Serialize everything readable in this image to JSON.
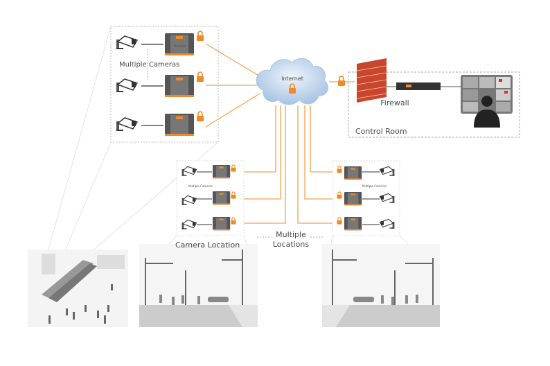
{
  "top_group": {
    "label": "Multiple Cameras",
    "device_label": "ThruLink"
  },
  "internet": {
    "label": "Internet"
  },
  "firewall": {
    "label": "Firewall"
  },
  "control_room": {
    "label": "Control Room"
  },
  "left_location": {
    "label": "Camera Location",
    "cameras_label": "Multiple Cameras"
  },
  "right_location": {
    "cameras_label": "Multiple Cameras"
  },
  "multiple_locations": {
    "line1": "Multiple",
    "line2": "Locations"
  },
  "colors": {
    "link": "#f5a04a",
    "lock": "#f08a24",
    "cloud": "#b9d0ea",
    "firewall": "#c9452b",
    "device": "#5a5a5a"
  }
}
